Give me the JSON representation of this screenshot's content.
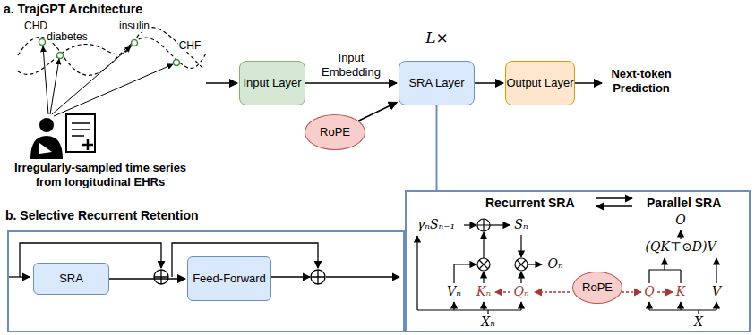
{
  "diagram": {
    "nodes": [
      {
        "text": [
          "Input Layer"
        ]
      },
      {
        "text": [
          "SRA Layer"
        ]
      },
      {
        "text": [
          "RoPE"
        ]
      },
      {
        "text": [
          "Output Layer"
        ]
      },
      {
        "text": [
          "b. Selective Recurrent Retention"
        ]
      },
      {
        "text": [
          "SRA"
        ],
        "in": 4
      },
      {
        "text": [
          "Feed-Forward"
        ],
        "in": 4
      },
      {
        "text": [
          "Recurrent SRA",
          "Parallel SRA"
        ]
      },
      {
        "text": [
          "RoPE"
        ],
        "in": 7
      }
    ],
    "edges": [
      {
        "from": 0,
        "to": 1,
        "label": "Input Embedding",
        "arrow": "to"
      },
      {
        "from": 2,
        "to": 1,
        "arrow": "to"
      },
      {
        "from": 1,
        "to": 3,
        "arrow": "to"
      },
      {
        "from": 1,
        "to": 7,
        "arrow": "none"
      },
      {
        "from": 5,
        "to": 6,
        "arrow": "to"
      }
    ],
    "labels": [
      "a. TrajGPT Architecture",
      "CHD",
      "diabetes",
      "insulin",
      "CHF",
      "Irregularly-sampled time series from longitudinal EHRs",
      "L×",
      "Next-token Prediction",
      "γₙSₙ₋₁",
      "Sₙ",
      "Oₙ",
      "Vₙ",
      "Kₙ",
      "Qₙ",
      "Xₙ",
      "O",
      "(QK⊤⊙D)V",
      "Q",
      "K",
      "V",
      "X"
    ]
  }
}
